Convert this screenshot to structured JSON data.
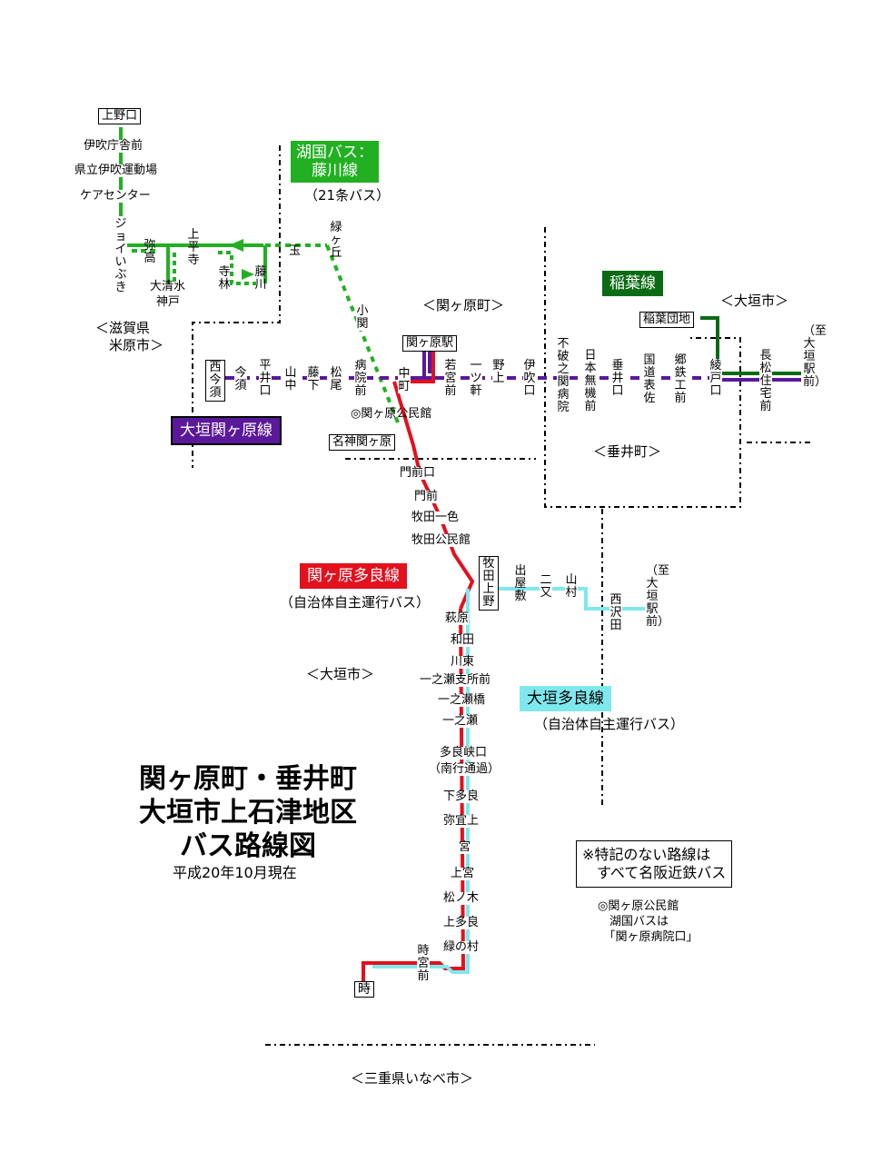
{
  "title": {
    "line1": "関ヶ原町・垂井町",
    "line2": "大垣市上石津地区",
    "line3": "バス路線図",
    "date": "平成20年10月現在"
  },
  "colors": {
    "green": "#22b022",
    "darkgreen": "#0b6b14",
    "purple": "#5a189a",
    "red": "#e3101e",
    "cyan": "#7fe8ee",
    "border": "#000000"
  },
  "lines": {
    "fujikawa": {
      "name": "湖国バス：\n藤川線",
      "sub": "（21条バス）"
    },
    "inaba": {
      "name": "稲葉線"
    },
    "ogaki_sekigahara": {
      "name": "大垣関ヶ原線"
    },
    "sekigahara_tara": {
      "name": "関ヶ原多良線",
      "sub": "（自治体自主運行バス）"
    },
    "ogaki_tara": {
      "name": "大垣多良線",
      "sub": "（自治体自主運行バス）"
    }
  },
  "regions": {
    "shiga": "＜滋賀県\n　米原市＞",
    "sekigahara": "＜関ヶ原町＞",
    "ogaki_ne": "＜大垣市＞",
    "tarui": "＜垂井町＞",
    "ogaki_s": "＜大垣市＞",
    "mie": "＜三重県いなべ市＞"
  },
  "stops": {
    "uenoguchi": "上野口",
    "ibuki_chosha": "伊吹庁舎前",
    "ibuki_undojo": "県立伊吹運動場",
    "care_center": "ケアセンター",
    "joi_ibuki": "ジョイいぶき",
    "yatako": "弥高",
    "kamihira": "上平寺",
    "oshimizu": "大清水",
    "kanbe": "神戸",
    "terabayashi": "寺林",
    "fujikawa": "藤川",
    "tama": "玉",
    "midorigaoka": "緑ヶ丘",
    "koseki": "小関",
    "nishiimasu": "西今須",
    "imasu": "今須",
    "hiraiguchi": "平井口",
    "yamanaka": "山中",
    "fujishita": "藤下",
    "matsuo": "松尾",
    "byoinmae": "病院前",
    "nakamachi": "中町",
    "sekigahara_eki": "関ヶ原駅",
    "wakamiyamae": "若宮前",
    "hitotsuken": "一ツ軒",
    "nogami": "野上",
    "ibukiguchi": "伊吹口",
    "fuwa_byoin": "不破之関病院",
    "nihon_muki": "日本無機前",
    "taruiguchi": "垂井口",
    "kokudo_omote": "国道表佐",
    "gotetsu": "郷鉄工前",
    "ayatoguchi": "綾戸口",
    "inaba_danchi": "稲葉団地",
    "nagamatsu": "長松住宅前",
    "to_ogaki1": "（至大垣駅前）",
    "kominkan": "◎関ヶ原公民館",
    "meishin": "名神関ヶ原",
    "monzenguchi": "門前口",
    "monzen": "門前",
    "makita_isshiki": "牧田一色",
    "makita_kominkan": "牧田公民館",
    "makita_ueno": "牧田上野",
    "deyashiki": "出屋敷",
    "futamata": "二又",
    "yamamura": "山村",
    "nishizawada": "西沢田",
    "to_ogaki2": "（至大垣駅前）",
    "hagiwara": "萩原",
    "wada": "和田",
    "kawahigashi": "川東",
    "ichinose_shisho": "一之瀬支所前",
    "ichinose_bashi": "一之瀬橋",
    "ichinose": "一之瀬",
    "tarakyo": "多良峡口",
    "nanko": "（南行通過）",
    "shimotara": "下多良",
    "yagiue": "弥宜上",
    "miya": "宮",
    "kamimiya": "上宮",
    "matsunoki": "松ノ木",
    "kamitara": "上多良",
    "midorinomura": "緑の村",
    "tokimiyamae": "時宮前",
    "toki": "時"
  },
  "notes": {
    "meihan": "※特記のない路線は\n　すべて名阪近鉄バス",
    "kominkan_note": "◎関ヶ原公民館\n　湖国バスは\n　「関ヶ原病院口」"
  }
}
